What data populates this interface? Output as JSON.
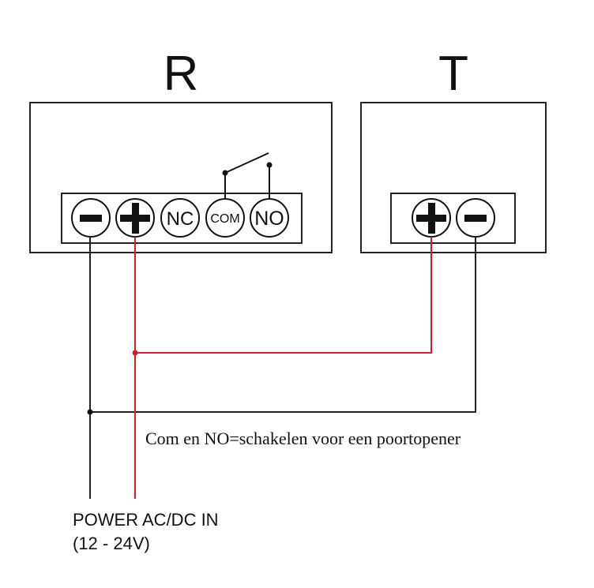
{
  "diagram": {
    "receiver": {
      "label": "R",
      "terminals": [
        {
          "id": "minus",
          "symbol": "minus",
          "label": ""
        },
        {
          "id": "plus",
          "symbol": "plus",
          "label": ""
        },
        {
          "id": "nc",
          "symbol": "text",
          "label": "NC"
        },
        {
          "id": "com",
          "symbol": "text",
          "label": "COM"
        },
        {
          "id": "no",
          "symbol": "text",
          "label": "NO"
        }
      ],
      "relay_switch": {
        "from": "COM",
        "to": "NO",
        "state": "open"
      }
    },
    "transmitter": {
      "label": "T",
      "terminals": [
        {
          "id": "plus",
          "symbol": "plus",
          "label": ""
        },
        {
          "id": "minus",
          "symbol": "minus",
          "label": ""
        }
      ]
    },
    "wires": [
      {
        "from": "R.plus",
        "to": "T.plus",
        "color": "#d0202a",
        "polarity": "positive"
      },
      {
        "from": "R.minus",
        "to": "T.minus",
        "color": "#111111",
        "polarity": "negative"
      }
    ],
    "note": "Com en NO=schakelen voor een poortopener",
    "power": {
      "line1": "POWER AC/DC IN",
      "line2": "(12 - 24V)"
    }
  }
}
